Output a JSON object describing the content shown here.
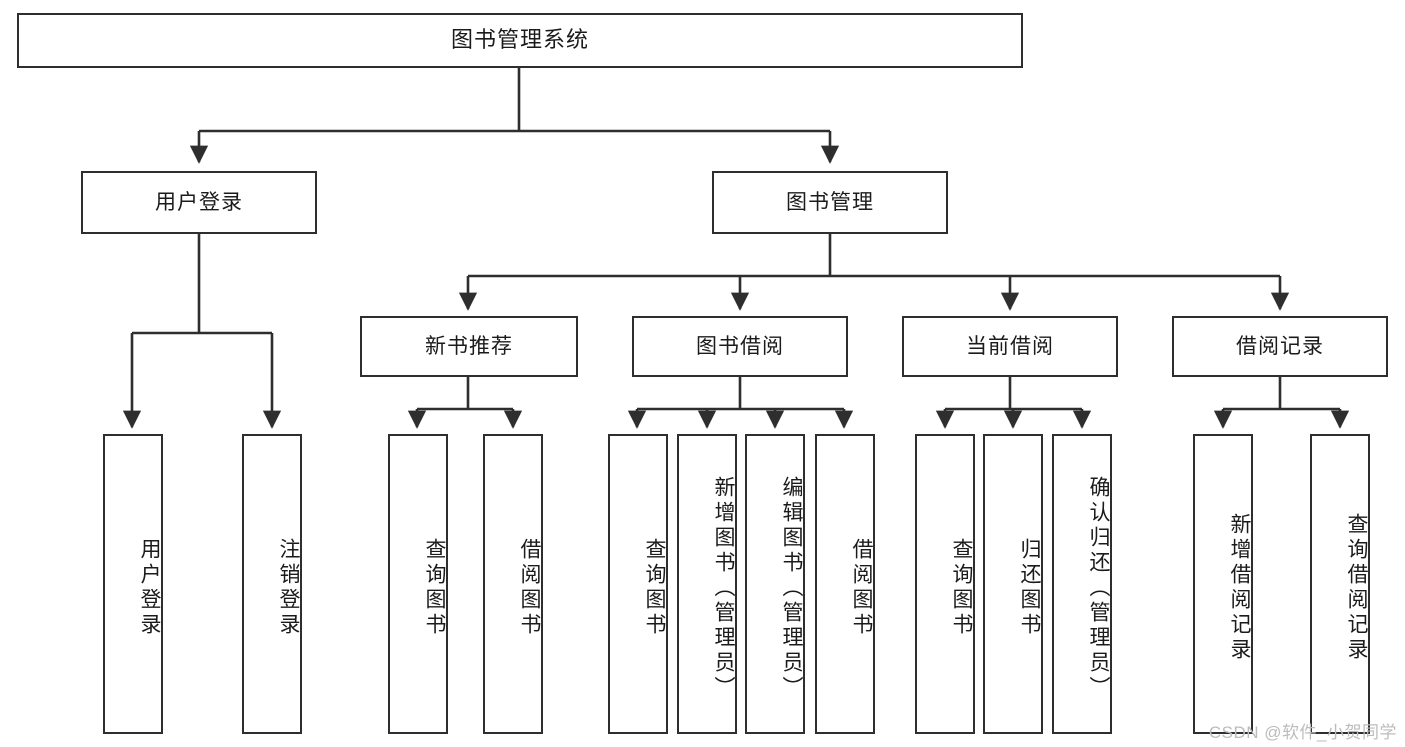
{
  "diagram": {
    "title": "图书管理系统",
    "type": "tree-hierarchy-diagram",
    "colors": {
      "box_border": "#2e2e2e",
      "box_fill": "#ffffff",
      "connector": "#2e2e2e",
      "text": "#1b1b1b",
      "watermark": "#bcbcbc"
    },
    "levels": {
      "root": {
        "label": "图书管理系统"
      },
      "level2": [
        {
          "id": "user-login",
          "label": "用户登录"
        },
        {
          "id": "book-management",
          "label": "图书管理"
        }
      ],
      "level3": [
        {
          "id": "new-book-recommend",
          "label": "新书推荐"
        },
        {
          "id": "book-borrow",
          "label": "图书借阅"
        },
        {
          "id": "current-borrow",
          "label": "当前借阅"
        },
        {
          "id": "borrow-record",
          "label": "借阅记录"
        }
      ],
      "leaves": [
        {
          "id": "leaf-user-login",
          "label": "用户登录",
          "parent": "user-login"
        },
        {
          "id": "leaf-logout-login",
          "label": "注销登录",
          "parent": "user-login"
        },
        {
          "id": "leaf-query-book-1",
          "label": "查询图书",
          "parent": "new-book-recommend"
        },
        {
          "id": "leaf-borrow-book-1",
          "label": "借阅图书",
          "parent": "new-book-recommend"
        },
        {
          "id": "leaf-query-book-2",
          "label": "查询图书",
          "parent": "book-borrow"
        },
        {
          "id": "leaf-add-book",
          "label": "新增图书（管理员）",
          "parent": "book-borrow"
        },
        {
          "id": "leaf-edit-book",
          "label": "编辑图书（管理员）",
          "parent": "book-borrow"
        },
        {
          "id": "leaf-borrow-book-2",
          "label": "借阅图书",
          "parent": "book-borrow"
        },
        {
          "id": "leaf-query-book-3",
          "label": "查询图书",
          "parent": "current-borrow"
        },
        {
          "id": "leaf-return-book",
          "label": "归还图书",
          "parent": "current-borrow"
        },
        {
          "id": "leaf-confirm-return",
          "label": "确认归还（管理员）",
          "parent": "current-borrow"
        },
        {
          "id": "leaf-add-borrow-record",
          "label": "新增借阅记录",
          "parent": "borrow-record"
        },
        {
          "id": "leaf-query-borrow-record",
          "label": "查询借阅记录",
          "parent": "borrow-record"
        }
      ]
    },
    "watermark": "CSDN @软件_小贺同学"
  }
}
